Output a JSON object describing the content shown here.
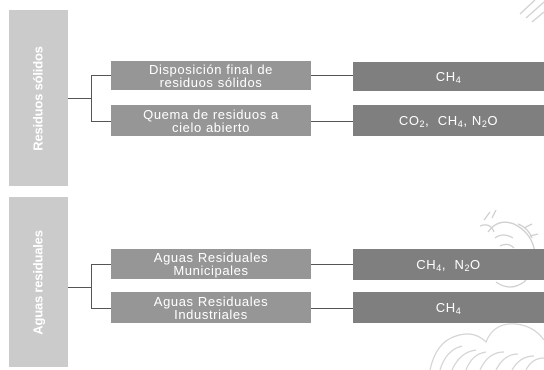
{
  "sections": [
    {
      "label": "Residuos sólidos",
      "sources": [
        {
          "line1": "Disposición final de",
          "line2": "residuos sólidos",
          "gas": {
            "parts": [
              "CH",
              "4",
              "",
              "",
              "",
              ""
            ]
          }
        },
        {
          "line1": "Quema de residuos a",
          "line2": "cielo abierto",
          "gas": {
            "parts": [
              "CO",
              "2",
              ",  CH",
              "4",
              ", N",
              "2",
              "O"
            ]
          }
        }
      ]
    },
    {
      "label": "Aguas residuales",
      "sources": [
        {
          "line1": "Aguas Residuales",
          "line2": "Municipales",
          "gas": {
            "parts": [
              "CH",
              "4",
              ",  N",
              "2",
              "O"
            ]
          }
        },
        {
          "line1": "Aguas Residuales",
          "line2": "Industriales",
          "gas": {
            "parts": [
              "CH",
              "4"
            ]
          }
        }
      ]
    }
  ],
  "colors": {
    "label_bg": "#cbcbcb",
    "source_bg": "#969696",
    "gas_bg": "#7f7f7f",
    "connector": "#555555"
  }
}
